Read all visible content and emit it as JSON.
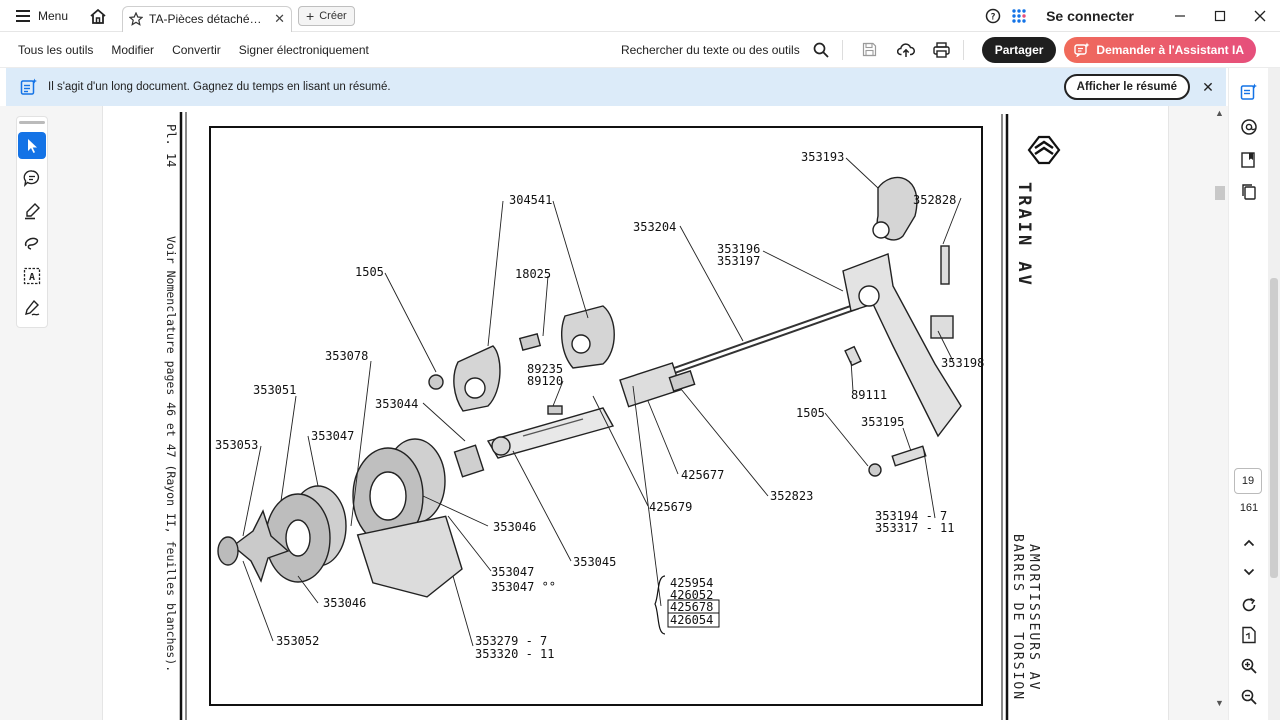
{
  "titlebar": {
    "menu_label": "Menu",
    "tab_title": "TA-Pièces détachées ...",
    "create_label": "Créer",
    "signin_label": "Se connecter"
  },
  "toolbar": {
    "items": [
      "Tous les outils",
      "Modifier",
      "Convertir",
      "Signer électroniquement"
    ],
    "search_label": "Rechercher du texte ou des outils",
    "share_label": "Partager",
    "ai_label": "Demander à l'Assistant IA"
  },
  "banner": {
    "text": "Il s'agit d'un long document. Gagnez du temps en lisant un résumé.",
    "button_label": "Afficher le résumé",
    "close_label": "✕"
  },
  "navigation": {
    "current_page": "19",
    "total_pages": "161"
  },
  "colors": {
    "accent": "#1473e6",
    "banner_bg": "#dcebf9",
    "share_bg": "#1f1f1f",
    "ai_gradient_start": "#f06b5a",
    "ai_gradient_end": "#e64f7c"
  },
  "document": {
    "plate_label": "Pl. 14",
    "side_note": "Voir Nomenclature pages 46 et 47 (Rayon II, feuilles blanches).",
    "section_title": "TRAIN AV",
    "section_subtitle_1": "AMORTISSEURS AV",
    "section_subtitle_2": "BARRES DE TORSION",
    "part_labels": [
      "353193",
      "352828",
      "304541",
      "353204",
      "353196",
      "353197",
      "18025",
      "1505",
      "353078",
      "89235",
      "89120",
      "353044",
      "353051",
      "353047",
      "353053",
      "89111",
      "353198",
      "1505",
      "353195",
      "425677",
      "352823",
      "425679",
      "353046",
      "353045",
      "353047",
      "353047 °°",
      "353046",
      "353052",
      "353279 - 7",
      "353320 - 11",
      "353194 - 7",
      "353317 - 11"
    ],
    "boxed_group": [
      "425954",
      "426052",
      "425678",
      "426054"
    ]
  }
}
